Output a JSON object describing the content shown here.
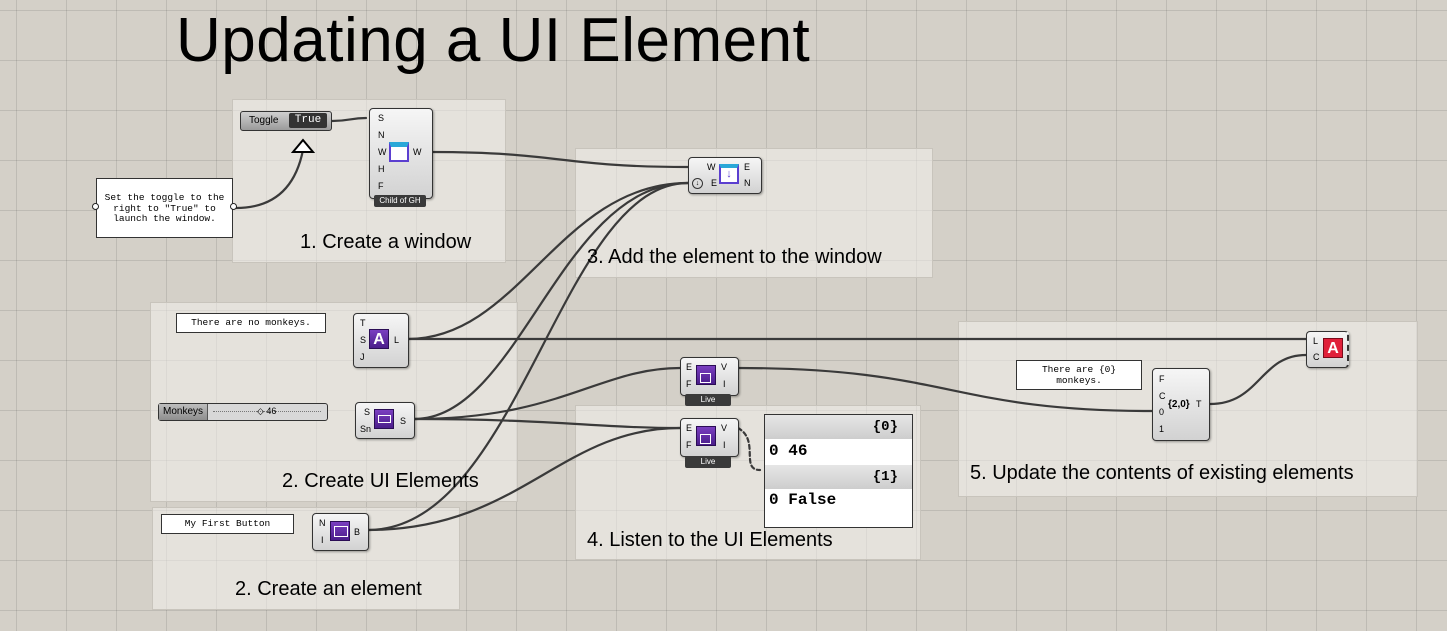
{
  "title": "Updating a UI Element",
  "groups": {
    "g1": "1. Create a window",
    "g2": "2. Create UI Elements",
    "g2b": "2. Create an element",
    "g3": "3. Add the element to the window",
    "g4": "4. Listen to the UI Elements",
    "g5": "5. Update the contents of existing elements"
  },
  "panels": {
    "note": "Set the toggle to the\nright to \"True\" to\nlaunch the window.",
    "monkeys_text": "There are no monkeys.",
    "button_text": "My First Button",
    "format_text": "There are {0}\nmonkeys."
  },
  "toggle": {
    "label": "Toggle",
    "value": "True"
  },
  "slider": {
    "label": "Monkeys",
    "value": "46",
    "display": "◇ 46",
    "fraction": 0.55
  },
  "components": {
    "window": {
      "inputs": [
        "S",
        "N",
        "W",
        "H",
        "F"
      ],
      "output": "W",
      "caption": "Child of GH"
    },
    "add": {
      "inputs": [
        "W",
        "E"
      ],
      "outputs": [
        "E",
        "N"
      ]
    },
    "label": {
      "inputs": [
        "T",
        "S",
        "J"
      ],
      "output": "L"
    },
    "sliderc": {
      "inputs": [
        "S",
        "Sn"
      ],
      "output": "S"
    },
    "button": {
      "inputs": [
        "N",
        "I"
      ],
      "output": "B"
    },
    "listen1": {
      "inputs": [
        "E",
        "F"
      ],
      "outputs": [
        "V",
        "I"
      ],
      "caption": "Live"
    },
    "listen2": {
      "inputs": [
        "E",
        "F"
      ],
      "outputs": [
        "V",
        "I"
      ],
      "caption": "Live"
    },
    "format": {
      "inputs": [
        "F",
        "C",
        "0",
        "1"
      ],
      "output": "T",
      "icon_text": "{2,0}"
    },
    "update": {
      "inputs": [
        "L",
        "C"
      ]
    }
  },
  "data_panel": {
    "branches": [
      {
        "path": "{0}",
        "index": "0",
        "value": "46"
      },
      {
        "path": "{1}",
        "index": "0",
        "value": "False"
      }
    ]
  },
  "colors": {
    "canvas": "#d4d0c8",
    "purple": "#6a2fb0",
    "red": "#e0203a"
  },
  "icons": [
    "window-icon",
    "add-element-icon",
    "label-icon",
    "slider-icon",
    "button-icon",
    "listen-icon",
    "format-icon",
    "update-icon",
    "arrow-up-icon"
  ]
}
